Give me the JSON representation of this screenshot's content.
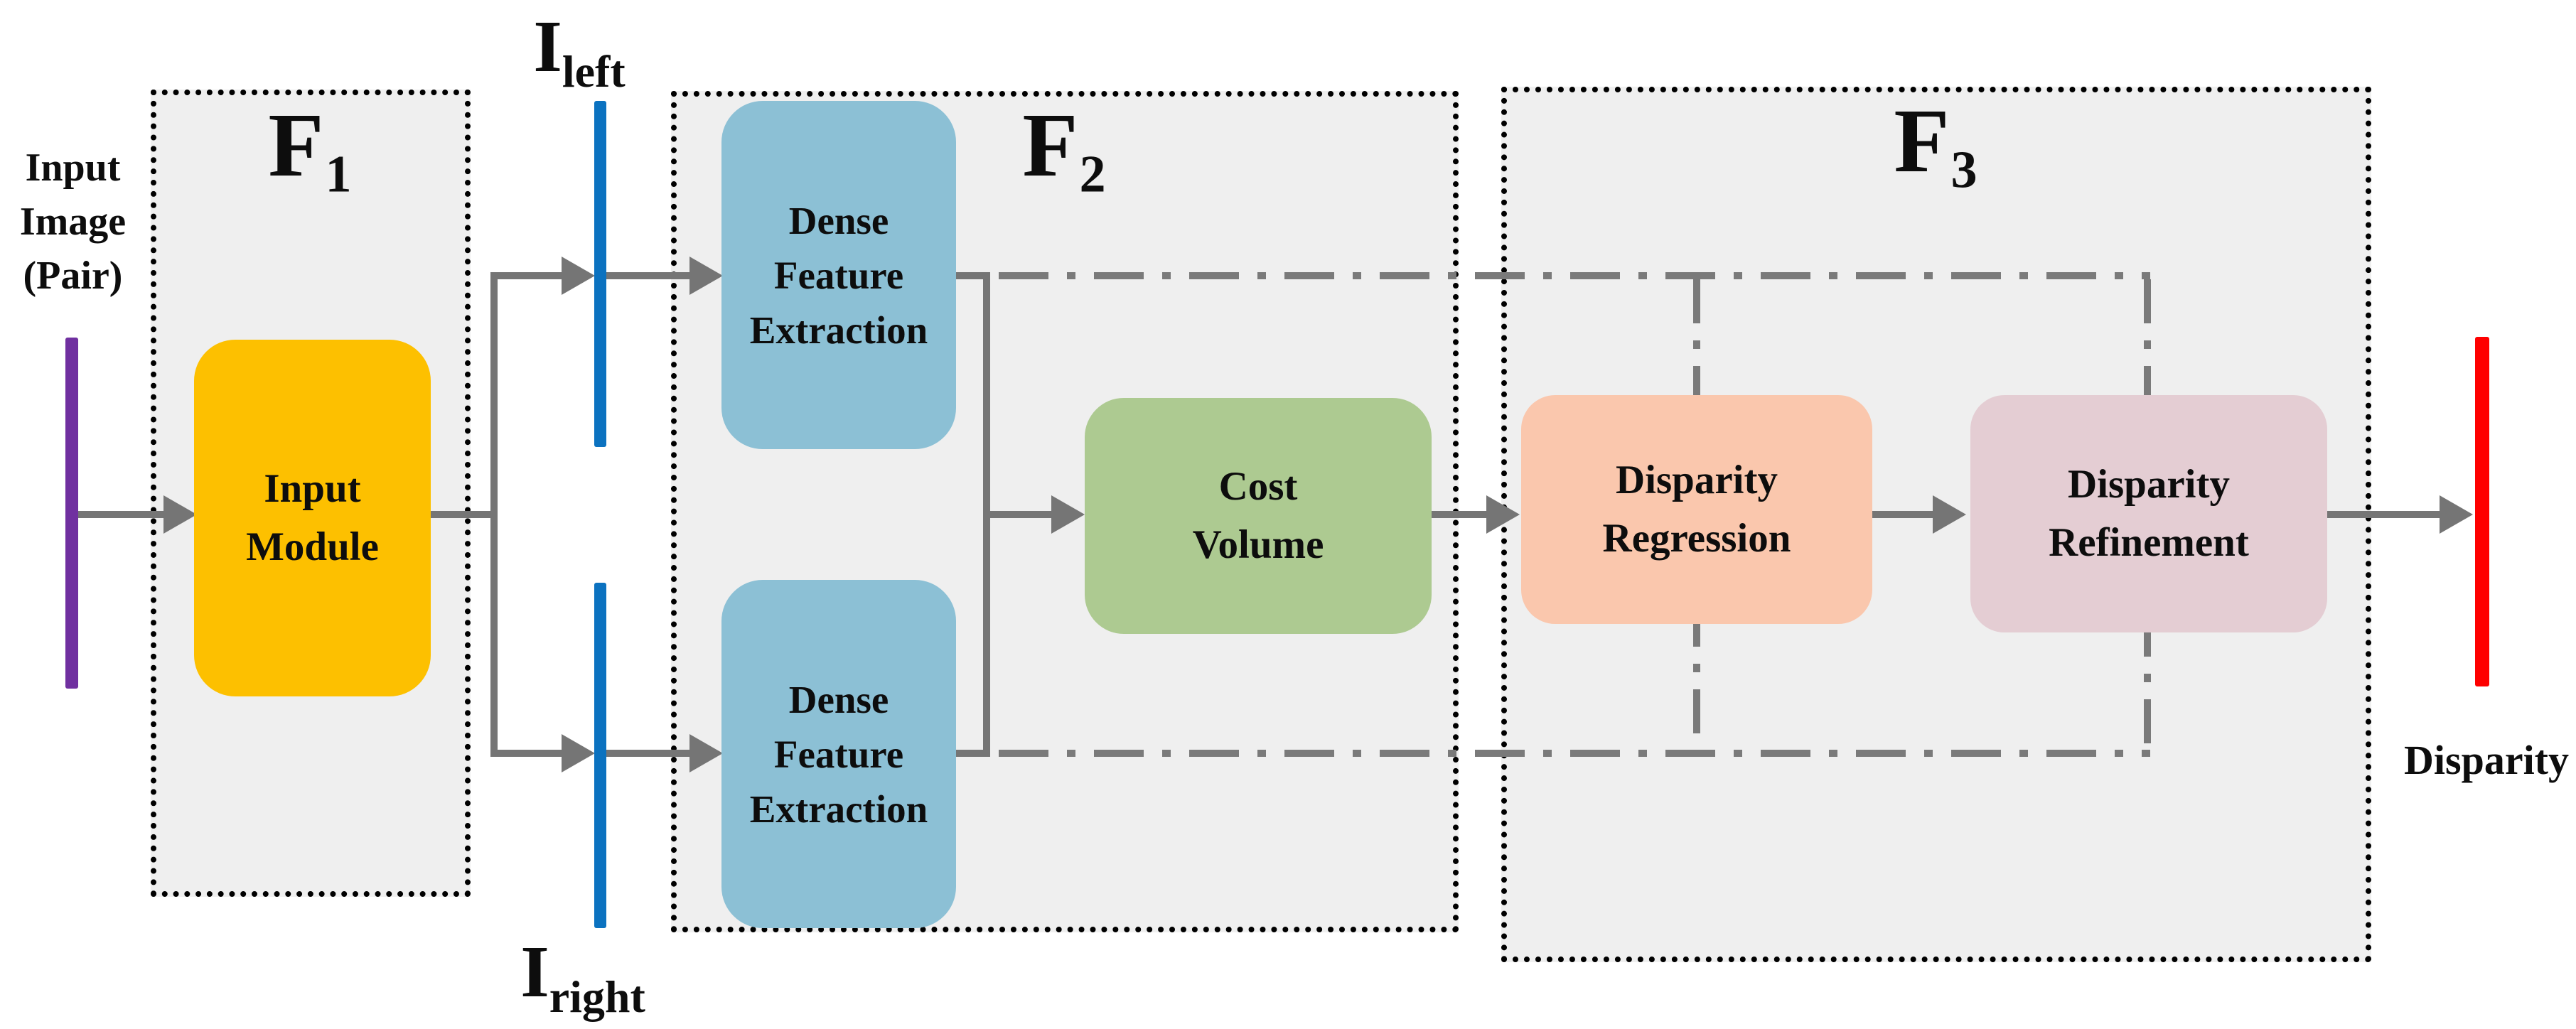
{
  "stages": {
    "f1": {
      "base": "F",
      "sub": "1"
    },
    "f2": {
      "base": "F",
      "sub": "2"
    },
    "f3": {
      "base": "F",
      "sub": "3"
    }
  },
  "io": {
    "input_image": {
      "line1": "Input",
      "line2": "Image",
      "line3": "(Pair)"
    },
    "i_left": {
      "base": "I",
      "sub": "left"
    },
    "i_right": {
      "base": "I",
      "sub": "right"
    },
    "output": "Disparity"
  },
  "nodes": {
    "input_module": {
      "line1": "Input",
      "line2": "Module",
      "fill": "#FDC000"
    },
    "dense_feature_extraction_top": {
      "line1": "Dense",
      "line2": "Feature",
      "line3": "Extraction",
      "fill": "#8CC0D5"
    },
    "dense_feature_extraction_bottom": {
      "line1": "Dense",
      "line2": "Feature",
      "line3": "Extraction",
      "fill": "#8CC0D5"
    },
    "cost_volume": {
      "line1": "Cost",
      "line2": "Volume",
      "fill": "#ADCA91"
    },
    "disparity_regression": {
      "line1": "Disparity",
      "line2": "Regression",
      "fill": "#FAC7AD"
    },
    "disparity_refinement": {
      "line1": "Disparity",
      "line2": "Refinement",
      "fill": "#E4CDD3"
    }
  },
  "colors": {
    "panel_bg": "#EFEFEF",
    "panel_border": "#000000",
    "connector_gray": "#757575",
    "input_bar_purple": "#7030A0",
    "image_bar_blue": "#0B72C0",
    "output_bar_red": "#FE0000"
  }
}
